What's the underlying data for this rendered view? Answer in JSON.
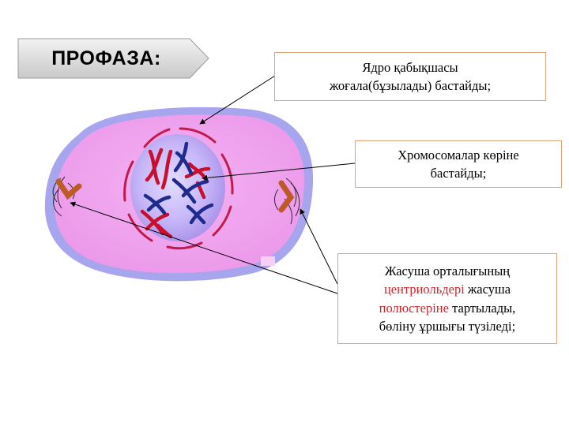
{
  "title": "ПРОФАЗА:",
  "notes": {
    "nuclear_envelope": {
      "line1": "Ядро қабықшасы",
      "line2": "жоғала(бұзылады) бастайды;"
    },
    "chromosomes": {
      "line1": "Хромосомалар көріне",
      "line2": "бастайды;"
    },
    "centrioles": {
      "line1": "Жасуша орталығының",
      "line2_highlight": "центриольдері",
      "line2_rest": " жасуша",
      "line3_highlight": "полюстеріне",
      "line3_rest": " тартылады,",
      "line4": "бөліну ұршығы түзіледі;"
    }
  },
  "colors": {
    "cell_membrane": "#a7a5ee",
    "cytoplasm": "#ef9fed",
    "nucleus_fill": "#b49af0",
    "nucleus_envelope": "#c01a4e",
    "chromosome_red": "#c8102e",
    "chromosome_blue": "#1e2a8c",
    "centriole": "#bd5a26",
    "highlight_text": "#d0262a",
    "note_border": "#e3a27a"
  },
  "icons": {
    "title_shape": "pentagon-arrow-tag",
    "pointer": "arrow-line"
  }
}
